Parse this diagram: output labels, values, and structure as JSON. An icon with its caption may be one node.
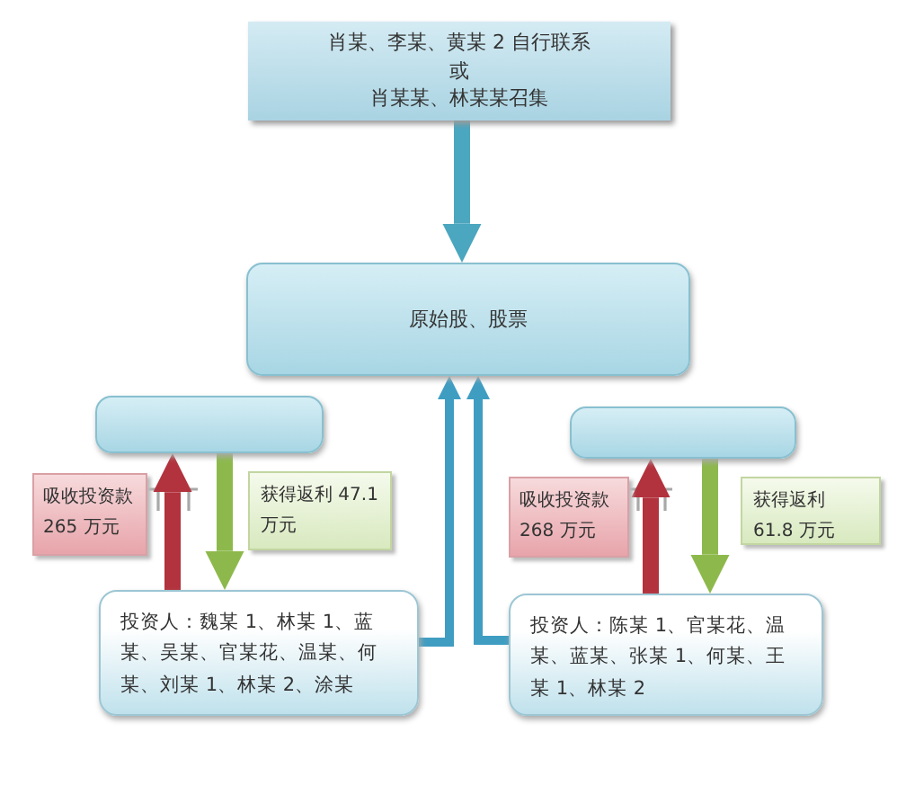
{
  "diagram": {
    "nodes": [
      {
        "text": [
          "肖某、李某、黄某 2 自行联系",
          "或",
          "肖某某、林某某召集"
        ]
      },
      {
        "text": [
          "原始股、股票"
        ]
      },
      {
        "text": [],
        "shape": "box"
      },
      {
        "text": [],
        "shape": "box"
      },
      {
        "text": [
          "吸收投资款 265 万元"
        ]
      },
      {
        "text": [
          "获得返利 47.1 万元"
        ]
      },
      {
        "text": [
          "吸收投资款 268 万元"
        ]
      },
      {
        "text": [
          "获得返利 61.8 万元"
        ]
      },
      {
        "text": [
          "投资人：魏某 1、林某 1、蓝某、吴某、官某花、温某、何某、刘某 1、林某 2、涂某"
        ]
      },
      {
        "text": [
          "投资人：陈某 1、官某花、温某、蓝某、张某 1、何某、王某 1、林某 2"
        ]
      }
    ],
    "edges": [
      {
        "from": 0,
        "to": 1,
        "arrow": "to",
        "color": "#4ba6bf"
      },
      {
        "from": 8,
        "to": 1,
        "arrow": "to",
        "color": "#3f9dc2"
      },
      {
        "from": 9,
        "to": 1,
        "arrow": "to",
        "color": "#3f9dc2"
      },
      {
        "from": 8,
        "to": 2,
        "arrow": "to",
        "color": "#b2323d"
      },
      {
        "from": 2,
        "to": 8,
        "arrow": "to",
        "color": "#8db94c"
      },
      {
        "from": 9,
        "to": 3,
        "arrow": "to",
        "color": "#b2323d"
      },
      {
        "from": 3,
        "to": 9,
        "arrow": "to",
        "color": "#8db94c"
      }
    ]
  }
}
